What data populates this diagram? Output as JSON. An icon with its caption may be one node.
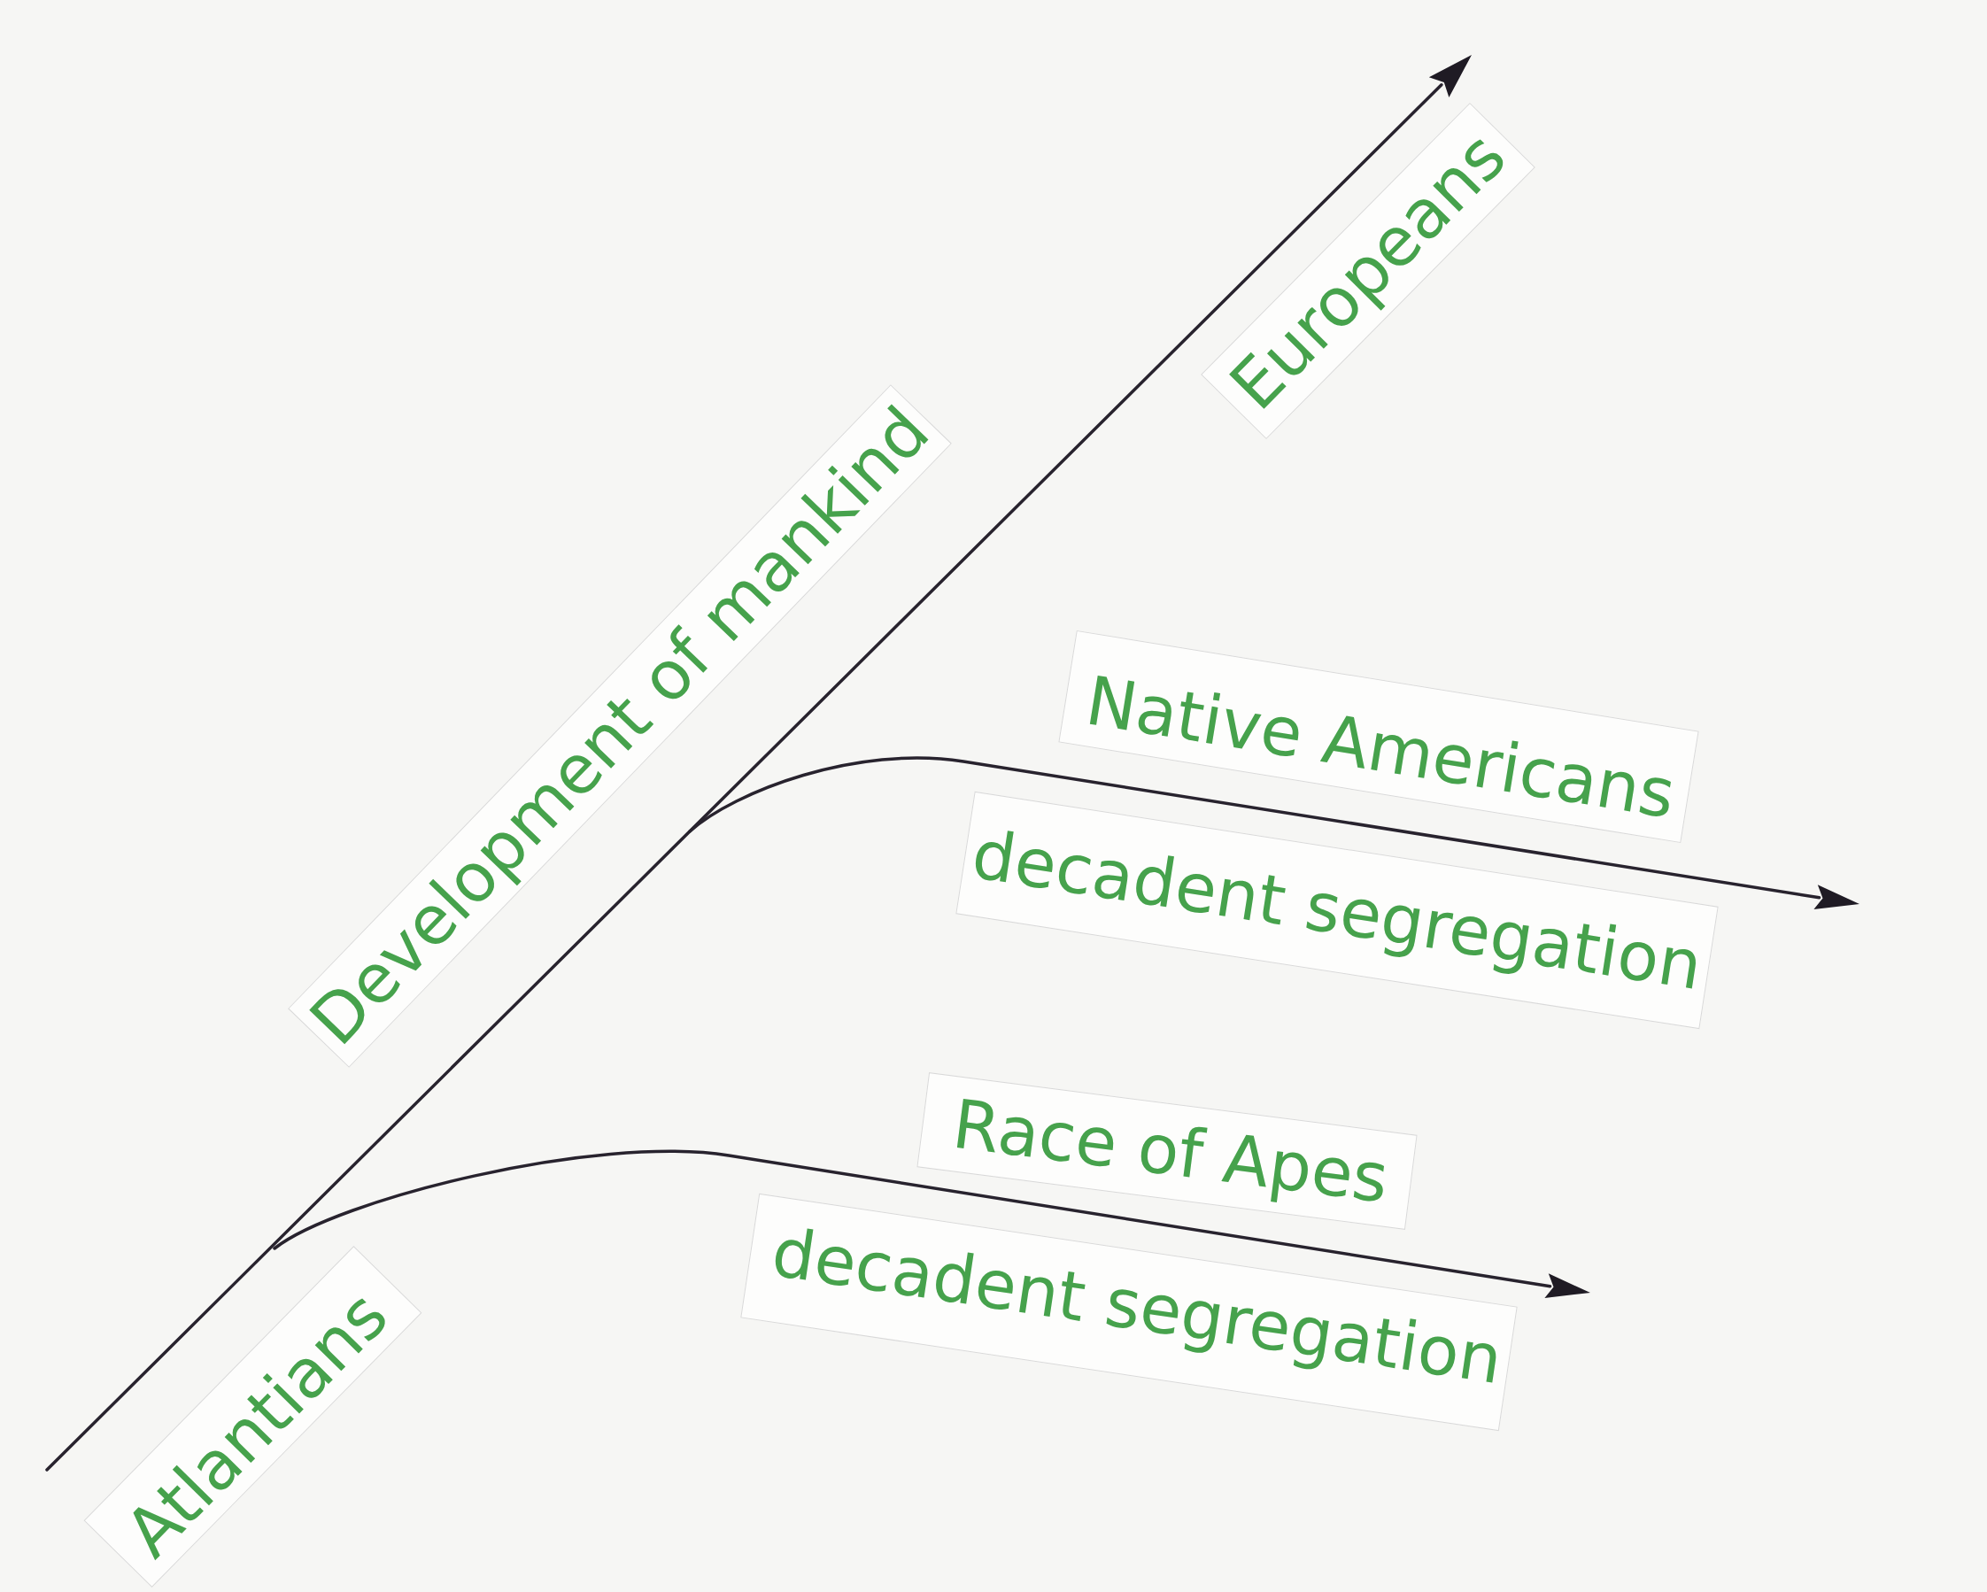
{
  "diagram": {
    "nodes": [
      {
        "text": [
          "Atlantians"
        ]
      },
      {
        "text": [
          "Development of mankind"
        ]
      },
      {
        "text": [
          "Europeans"
        ]
      },
      {
        "text": [
          "Native Americans"
        ]
      },
      {
        "text": [
          "decadent segregation"
        ]
      },
      {
        "text": [
          "Race of Apes"
        ]
      },
      {
        "text": [
          "decadent segregation"
        ]
      }
    ]
  }
}
